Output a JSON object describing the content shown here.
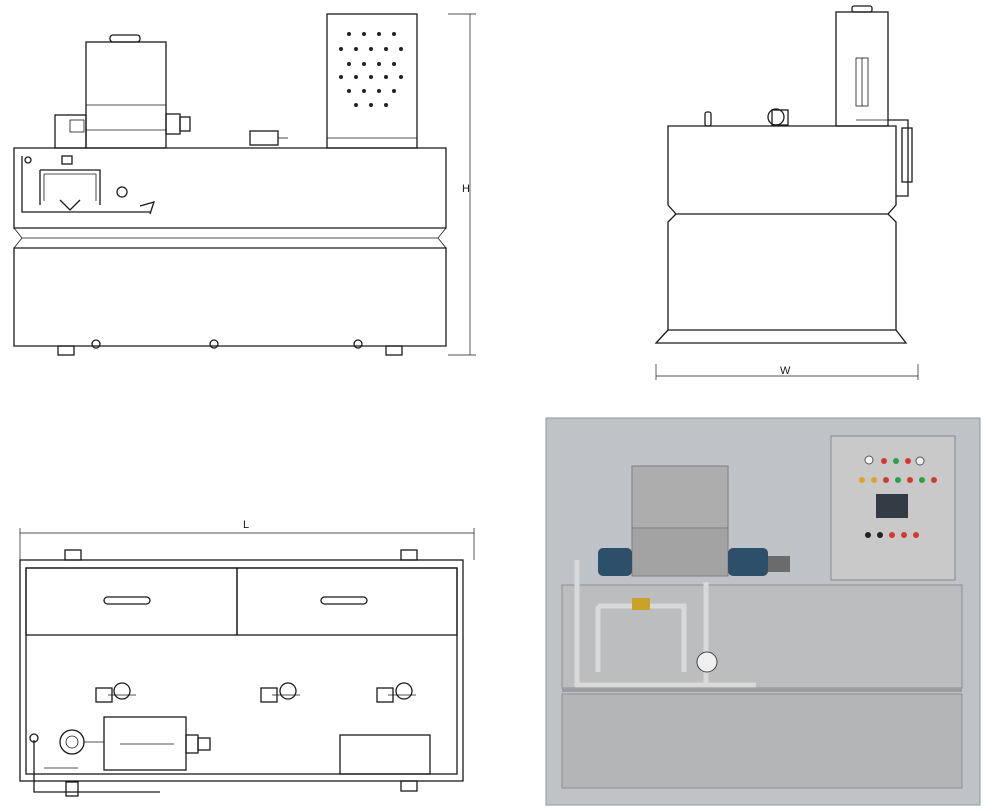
{
  "dimensions": {
    "height_label": "H",
    "width_label": "W",
    "length_label": "L"
  },
  "photo": {
    "panel_color": "#bfc3c8",
    "tank_color": "#b9b9b9",
    "cabinet_color": "#c4c4c4",
    "motor_color": "#2d4f6a"
  }
}
